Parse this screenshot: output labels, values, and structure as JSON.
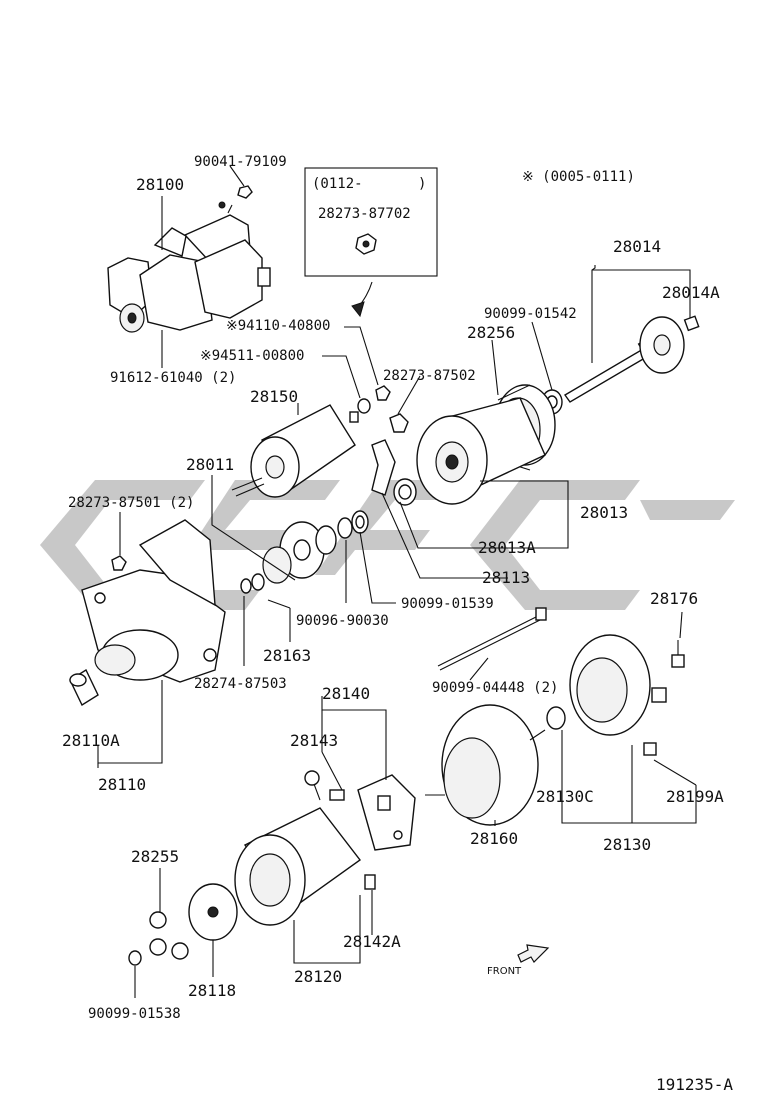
{
  "callouts": {
    "p90041_79109": "90041-79109",
    "p28100": "28100",
    "p91612_61040": "91612-61040 (2)",
    "inset_range": "(0112-",
    "inset_close": ")",
    "inset_part": "28273-87702",
    "note_range": "※ (0005-0111)",
    "p28014": "28014",
    "p28014A": "28014A",
    "p90099_01542": "90099-01542",
    "p28256": "28256",
    "p94110_40800": "※94110-40800",
    "p94511_00800": "※94511-00800",
    "p28273_87502": "28273-87502",
    "p28150": "28150",
    "p28011": "28011",
    "p28273_87501": "28273-87501 (2)",
    "p28013": "28013",
    "p28013A": "28013A",
    "p28113": "28113",
    "p90099_01539": "90099-01539",
    "p90096_90030": "90096-90030",
    "p28163": "28163",
    "p28274_87503": "28274-87503",
    "p28176": "28176",
    "p90099_04448": "90099-04448 (2)",
    "p28110A": "28110A",
    "p28110": "28110",
    "p28140": "28140",
    "p28143": "28143",
    "p28130C": "28130C",
    "p28199A": "28199A",
    "p28160": "28160",
    "p28130": "28130",
    "p28255": "28255",
    "p28142A": "28142A",
    "p28118": "28118",
    "p28120": "28120",
    "p90099_01538": "90099-01538",
    "front": "FRONT",
    "diagram_id": "191235-A"
  }
}
